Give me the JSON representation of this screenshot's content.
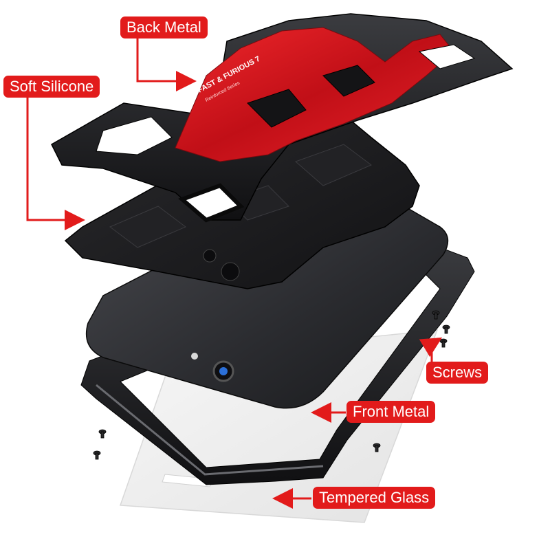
{
  "labels": {
    "back_metal": "Back Metal",
    "soft_silicone": "Soft Silicone",
    "screws": "Screws",
    "front_metal": "Front Metal",
    "tempered_glass": "Tempered Glass"
  },
  "product_print": {
    "brand_text": "FAST & FURIOUS 7",
    "sub_text": "Reinforced Series"
  },
  "colors": {
    "label_bg": "#e21b1b",
    "label_text": "#ffffff",
    "callout_line": "#e21b1b",
    "case_red": "#d9141b",
    "case_black": "#1c1c1e",
    "phone_body": "#2c2d31",
    "glass": "#eeeeee"
  }
}
